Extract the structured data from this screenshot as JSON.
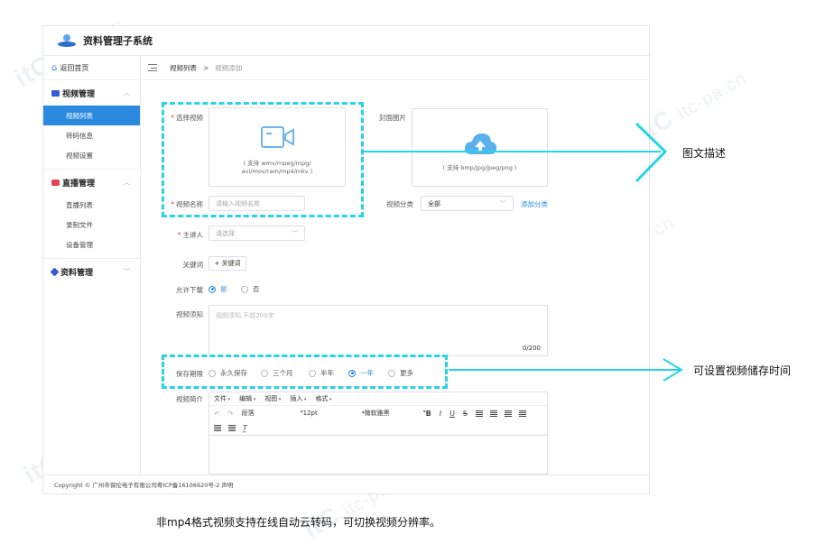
{
  "watermark": "itc-pa.cn",
  "app": {
    "title": "资料管理子系统"
  },
  "sidebar": {
    "home": "返回首页",
    "groups": [
      {
        "label": "视频管理",
        "items": [
          "视频列表",
          "转码信息",
          "视频设置"
        ],
        "active": "视频列表"
      },
      {
        "label": "直播管理",
        "items": [
          "直播列表",
          "录制文件",
          "设备管理"
        ]
      },
      {
        "label": "资料管理",
        "items": []
      }
    ]
  },
  "breadcrumb": {
    "parent": "视频列表",
    "separator": ">",
    "current": "视频添加"
  },
  "form": {
    "video_file": {
      "label": "选择视频",
      "hint_line1": "( 支持 wmv/mpeg/mpg/",
      "hint_line2": "avi/mov/ram/mp4/mkv )"
    },
    "cover": {
      "label": "封面图片",
      "hint": "( 支持 bmp/jpg/jpeg/png )"
    },
    "video_name": {
      "label": "视频名称",
      "placeholder": "请输入视频名称"
    },
    "category": {
      "label": "视频分类",
      "value": "全部",
      "add_link": "添加分类"
    },
    "speaker": {
      "label": "主讲人",
      "placeholder": "请选择"
    },
    "keywords": {
      "label": "关键词",
      "button": "+ 关键词"
    },
    "allow_download": {
      "label": "允许下载",
      "options": [
        "是",
        "否"
      ],
      "selected": "是"
    },
    "notice": {
      "label": "视频须知",
      "placeholder": "视频须知,不超200字",
      "counter": "0/200"
    },
    "retention": {
      "label": "保存期限",
      "options": [
        "永久保存",
        "三个月",
        "半年",
        "一年",
        "更多"
      ],
      "selected": "一年"
    },
    "intro": {
      "label": "视频简介"
    }
  },
  "editor": {
    "menus": [
      "文件",
      "编辑",
      "视图",
      "插入",
      "格式"
    ],
    "undo": "↶",
    "redo": "↷",
    "block_format": "段落",
    "font_size": "12pt",
    "font_family": "微软雅黑",
    "bold": "B",
    "italic": "I",
    "underline": "U",
    "strike": "S",
    "clear_format": "T̲"
  },
  "footer": {
    "copyright": "Copyright © 广州市保伦电子有限公司粤ICP备16106620号-2 声明"
  },
  "annotations": {
    "image_text": "图文描述",
    "retention": "可设置视频储存时间",
    "caption": "非mp4格式视频支持在线自动云转码，可切换视频分辨率。"
  },
  "colors": {
    "accent": "#2b8ae0",
    "highlight": "#26d4e6",
    "required": "#e04a4a"
  }
}
